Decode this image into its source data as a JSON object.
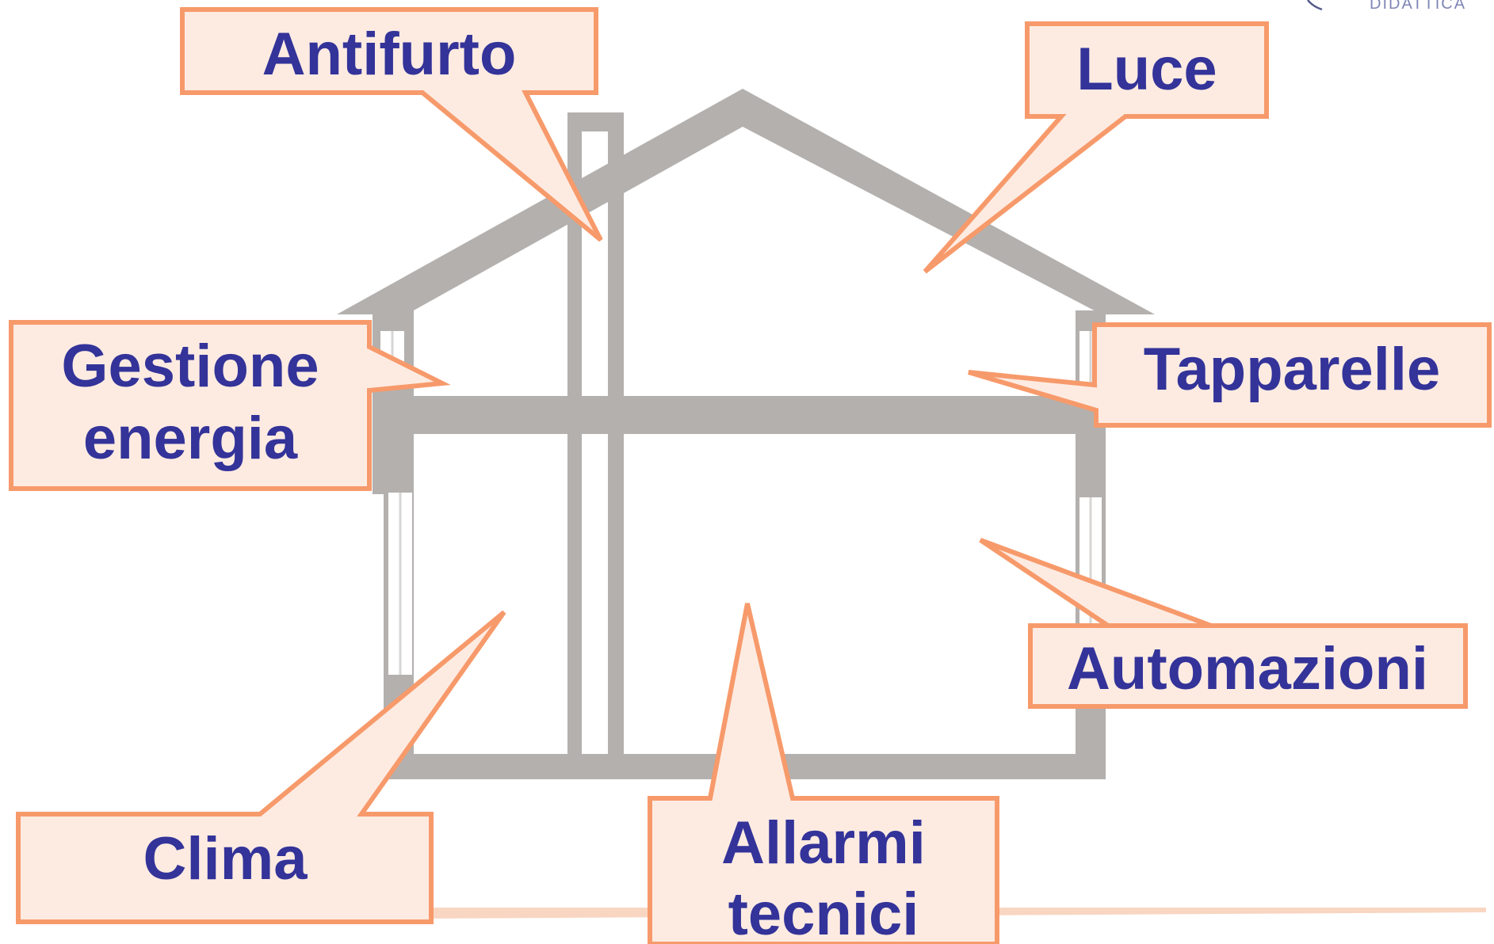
{
  "diagram": {
    "labels": {
      "antifurto": "Antifurto",
      "luce": "Luce",
      "gestione_line1": "Gestione",
      "gestione_line2": "energia",
      "tapparelle": "Tapparelle",
      "automazioni": "Automazioni",
      "clima": "Clima",
      "allarmi_line1": "Allarmi",
      "allarmi_line2": "tecnici"
    },
    "logo_text": "DIDATTICA",
    "colors": {
      "house": "#b3b0ae",
      "callout_fill": "#fdebe2",
      "callout_border": "#f79a6b",
      "label_text": "#333399",
      "footer_line": "#f9d6c2",
      "logo": "#7f86b5"
    }
  }
}
